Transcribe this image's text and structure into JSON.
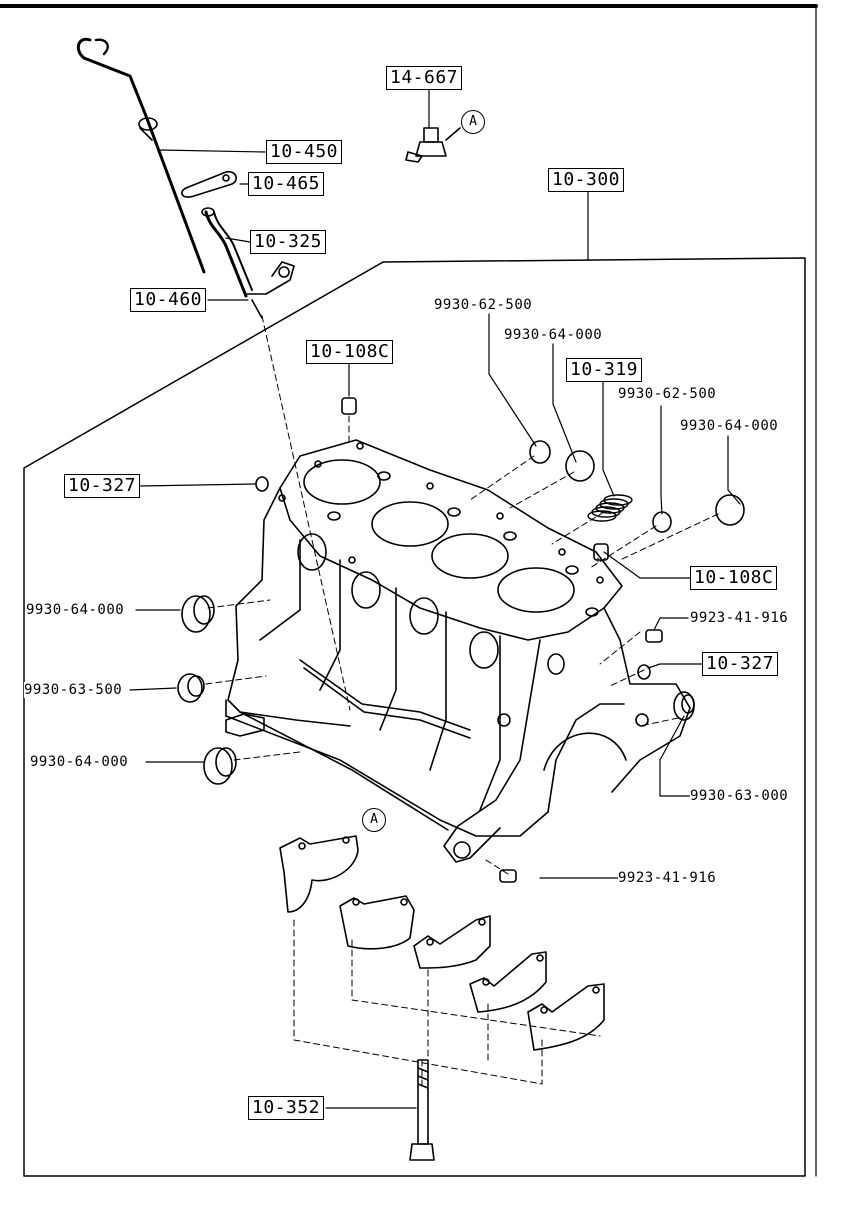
{
  "diagram": {
    "labels": {
      "p14_667": "14-667",
      "p10_450": "10-450",
      "p10_465": "10-465",
      "p10_325": "10-325",
      "p10_460": "10-460",
      "p10_300": "10-300",
      "p10_108c_top": "10-108C",
      "p10_108c_right": "10-108C",
      "p10_319": "10-319",
      "p10_327_left": "10-327",
      "p10_327_right": "10-327",
      "p10_352": "10-352",
      "p9930_62_500_a": "9930-62-500",
      "p9930_64_000_a": "9930-64-000",
      "p9930_62_500_b": "9930-62-500",
      "p9930_64_000_b": "9930-64-000",
      "p9930_64_000_left1": "9930-64-000",
      "p9930_63_500_left": "9930-63-500",
      "p9930_64_000_left2": "9930-64-000",
      "p9923_41_916_right": "9923-41-916",
      "p9930_63_000_right": "9930-63-000",
      "p9923_41_916_bottom": "9923-41-916",
      "ref_a_top": "A",
      "ref_a_block": "A"
    }
  }
}
